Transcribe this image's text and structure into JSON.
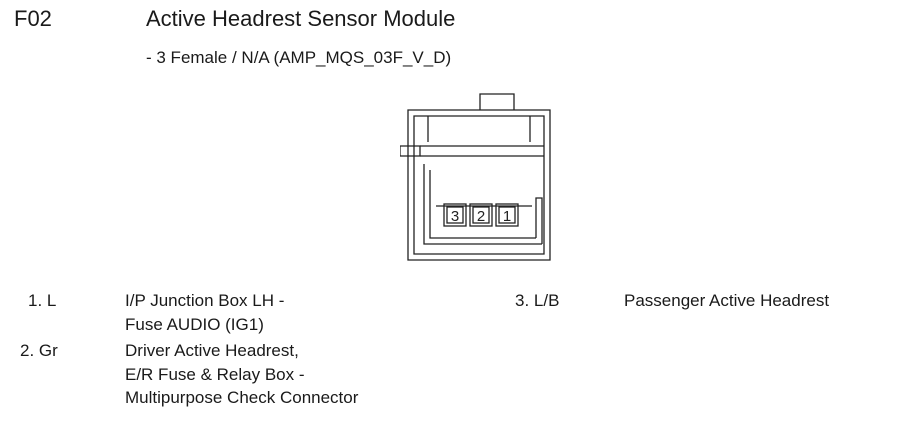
{
  "header": {
    "code": "F02",
    "title": "Active Headrest Sensor Module",
    "subtitle": "- 3 Female / N/A (AMP_MQS_03F_V_D)"
  },
  "connector": {
    "pins": [
      "3",
      "2",
      "1"
    ]
  },
  "pinouts": [
    {
      "pin": "1. L",
      "lines": [
        "I/P Junction Box LH -",
        "Fuse AUDIO (IG1)"
      ]
    },
    {
      "pin": "2. Gr",
      "lines": [
        "Driver Active Headrest,",
        "E/R Fuse & Relay Box -",
        "Multipurpose Check Connector"
      ]
    },
    {
      "pin": "3. L/B",
      "lines": [
        "Passenger Active Headrest"
      ]
    }
  ]
}
